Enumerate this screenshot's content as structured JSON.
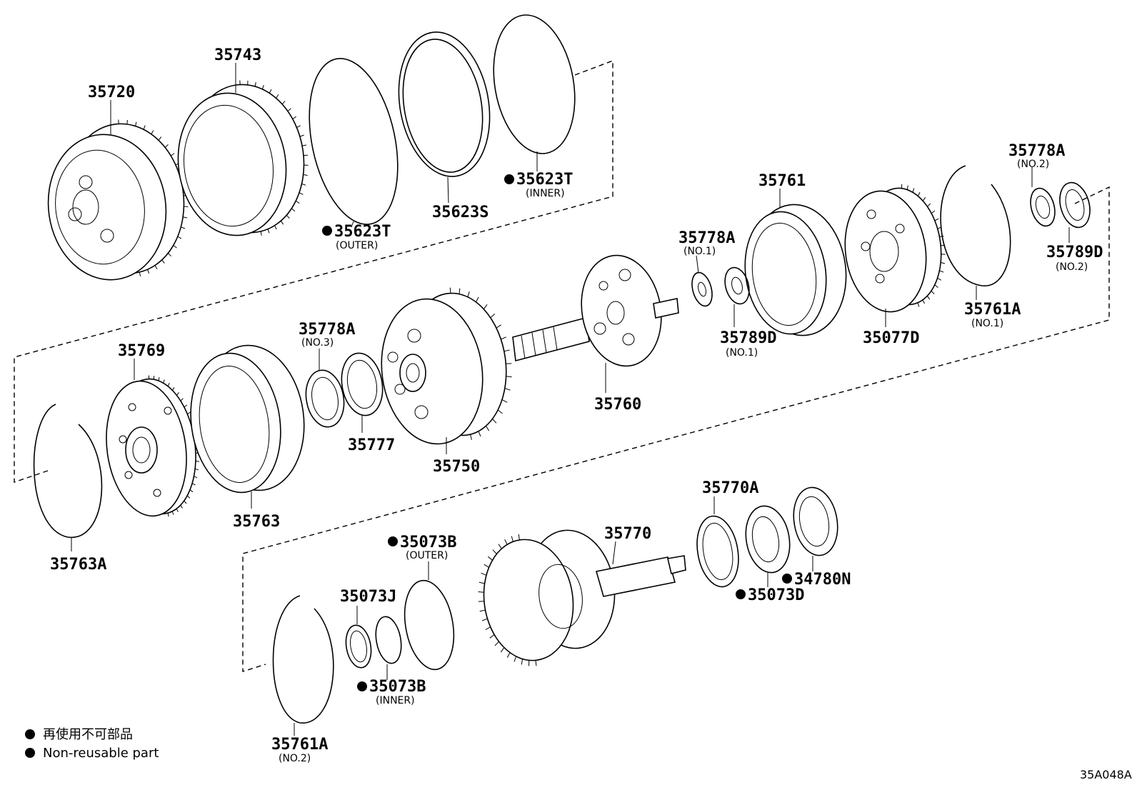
{
  "diagram": {
    "labels": {
      "p35720": "35720",
      "p35743": "35743",
      "p35623T_outer": "35623T",
      "p35623T_outer_sub": "(OUTER)",
      "p35623S": "35623S",
      "p35623T_inner": "35623T",
      "p35623T_inner_sub": "(INNER)",
      "p35761": "35761",
      "p35778A_no2": "35778A",
      "p35778A_no2_sub": "(NO.2)",
      "p35789D_no2": "35789D",
      "p35789D_no2_sub": "(NO.2)",
      "p35778A_no1": "35778A",
      "p35778A_no1_sub": "(NO.1)",
      "p35789D_no1": "35789D",
      "p35789D_no1_sub": "(NO.1)",
      "p35077D": "35077D",
      "p35761A_no1": "35761A",
      "p35761A_no1_sub": "(NO.1)",
      "p35769": "35769",
      "p35778A_no3": "35778A",
      "p35778A_no3_sub": "(NO.3)",
      "p35777": "35777",
      "p35750": "35750",
      "p35760": "35760",
      "p35763": "35763",
      "p35763A": "35763A",
      "p35770A": "35770A",
      "p35770": "35770",
      "p35073B_outer": "35073B",
      "p35073B_outer_sub": "(OUTER)",
      "p35073J": "35073J",
      "p35073B_inner": "35073B",
      "p35073B_inner_sub": "(INNER)",
      "p35073D": "35073D",
      "p34780N": "34780N",
      "p35761A_no2": "35761A",
      "p35761A_no2_sub": "(NO.2)"
    },
    "legend": {
      "japanese": "再使用不可部品",
      "english": "Non-reusable part"
    },
    "figure_code": "35A048A"
  }
}
